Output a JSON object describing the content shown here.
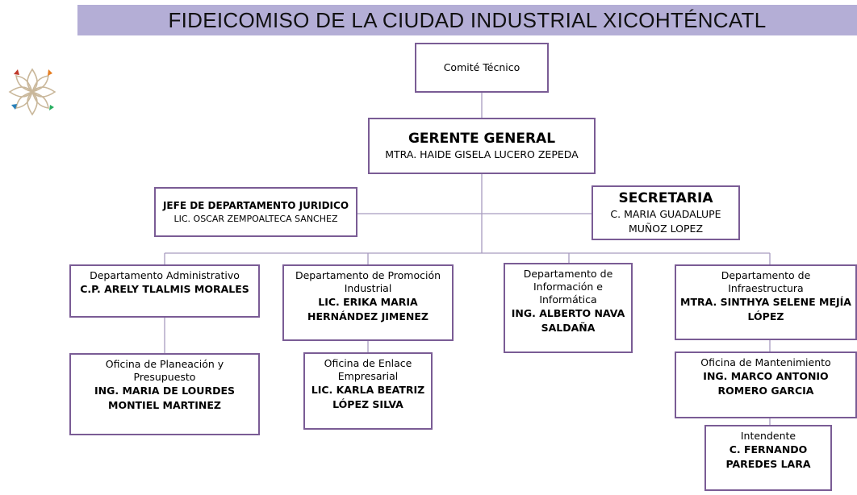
{
  "title": "FIDEICOMISO DE LA CIUDAD INDUSTRIAL XICOHTÉNCATL",
  "colors": {
    "banner": "#b4aed6",
    "box_border": "#7a5c95",
    "connector": "#a89cbf"
  },
  "logo": {
    "icon": "floral-emblem-icon",
    "petal_colors": [
      "#c0392b",
      "#e67e22",
      "#2980b9",
      "#27ae60"
    ]
  },
  "org": {
    "comite": {
      "title": "Comité Técnico"
    },
    "gerente": {
      "title": "GERENTE GENERAL",
      "name": "MTRA. HAIDE GISELA LUCERO ZEPEDA"
    },
    "juridico": {
      "title": "JEFE DE DEPARTAMENTO JURIDICO",
      "name": "LIC. OSCAR ZEMPOALTECA SANCHEZ"
    },
    "secretaria": {
      "title": "SECRETARIA",
      "name_line1": "C. MARIA GUADALUPE",
      "name_line2": "MUÑOZ LOPEZ"
    },
    "administrativo": {
      "title": "Departamento Administrativo",
      "name": "C.P. ARELY TLALMIS MORALES"
    },
    "promocion": {
      "title_line1": "Departamento de Promoción",
      "title_line2": "Industrial",
      "name_line1": "LIC. ERIKA MARIA",
      "name_line2": "HERNÁNDEZ JIMENEZ"
    },
    "informacion": {
      "title_line1": "Departamento de",
      "title_line2": "Información e",
      "title_line3": "Informática",
      "name_line1": "ING. ALBERTO NAVA",
      "name_line2": "SALDAÑA"
    },
    "infraestructura": {
      "title_line1": "Departamento de",
      "title_line2": "Infraestructura",
      "name_line1": "MTRA. SINTHYA SELENE MEJÍA",
      "name_line2": "LÓPEZ"
    },
    "planeacion": {
      "title_line1": "Oficina de Planeación y",
      "title_line2": "Presupuesto",
      "name_line1": "ING. MARIA DE LOURDES",
      "name_line2": "MONTIEL MARTINEZ"
    },
    "enlace": {
      "title_line1": "Oficina de Enlace",
      "title_line2": "Empresarial",
      "name_line1": "LIC. KARLA BEATRIZ",
      "name_line2": "LÓPEZ SILVA"
    },
    "mantenimiento": {
      "title": "Oficina de Mantenimiento",
      "name_line1": "ING. MARCO ANTONIO",
      "name_line2": "ROMERO GARCIA"
    },
    "intendente": {
      "title": "Intendente",
      "name_line1": "C. FERNANDO",
      "name_line2": "PAREDES LARA"
    }
  }
}
